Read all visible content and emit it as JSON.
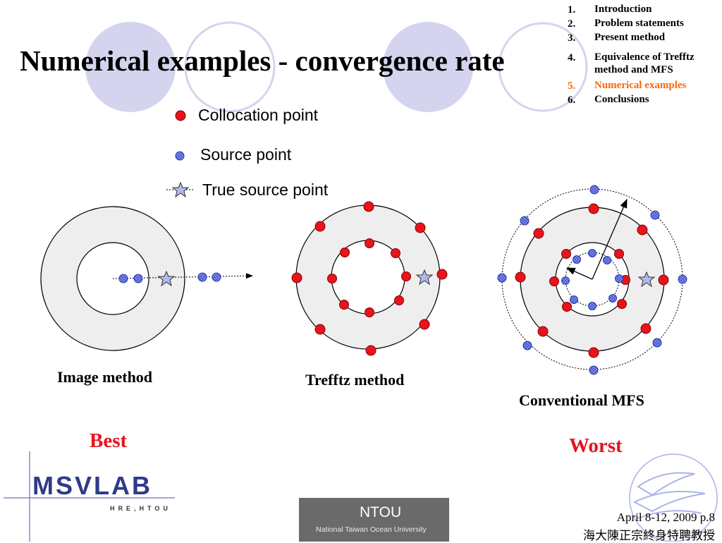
{
  "slide": {
    "title": "Numerical examples - convergence rate"
  },
  "toc": [
    {
      "num": "1.",
      "label": "Introduction",
      "active": false
    },
    {
      "num": "2.",
      "label": "Problem statements",
      "active": false
    },
    {
      "num": "3.",
      "label": "Present method",
      "active": false
    },
    {
      "num": "4.",
      "label": "Equivalence of Trefftz method and MFS",
      "active": false
    },
    {
      "num": "5.",
      "label": "Numerical examples",
      "active": true
    },
    {
      "num": "6.",
      "label": "Conclusions",
      "active": false
    }
  ],
  "legend": {
    "collocation": "Collocation point",
    "source": "Source point",
    "true_source": "True source point"
  },
  "captions": {
    "image": "Image method",
    "trefftz": "Trefftz method",
    "mfs": "Conventional MFS"
  },
  "verdicts": {
    "best": "Best",
    "worst": "Worst"
  },
  "footer": {
    "date_page": "April 8-12, 2009 p.8",
    "author": "海大陳正宗終身特聘教授"
  },
  "logos": {
    "lab_name": "MSVLAB",
    "lab_sub": "HRE,HTOU",
    "univ_name": "NTOU",
    "univ_full": "National Taiwan Ocean University"
  },
  "colors": {
    "collocation_red": "#e8141b",
    "source_blue": "#5b6fe0",
    "annulus_fill": "#eeeeee",
    "deco_circle": "#d4d4ee",
    "active_toc": "#ff6600",
    "verdict_red": "#e8141b"
  }
}
